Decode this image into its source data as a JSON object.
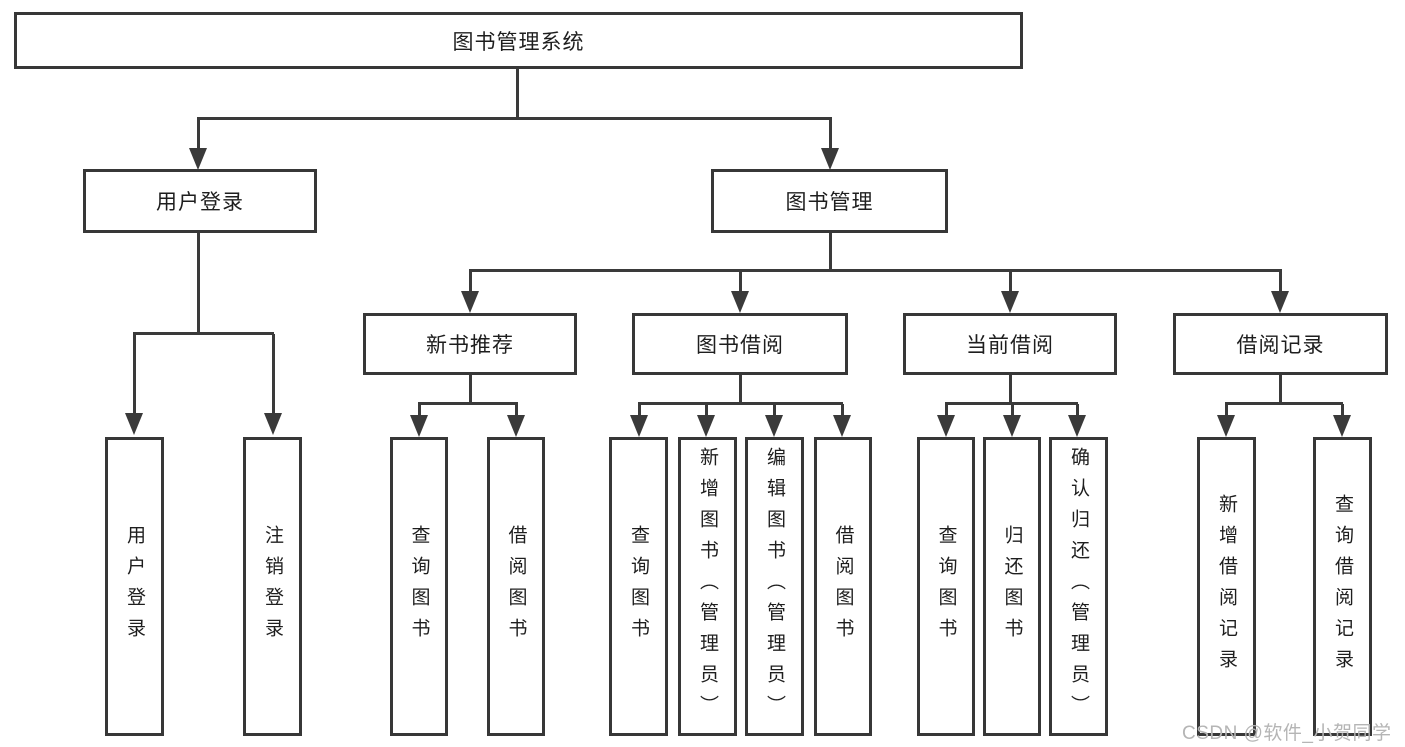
{
  "diagram": {
    "title": "图书管理系统",
    "root_label": "图书管理系统",
    "level2": {
      "user_login": "用户登录",
      "book_mgmt": "图书管理"
    },
    "user_login_children": {
      "login": "用户登录",
      "logout": "注销登录"
    },
    "book_mgmt_children": {
      "new_book_rec": "新书推荐",
      "book_borrow": "图书借阅",
      "current_borrow": "当前借阅",
      "borrow_record": "借阅记录"
    },
    "new_book_rec_children": {
      "query_book": "查询图书",
      "borrow_book": "借阅图书"
    },
    "book_borrow_children": {
      "query_book": "查询图书",
      "add_book": "新增图书（管理员）",
      "edit_book": "编辑图书（管理员）",
      "borrow_book": "借阅图书"
    },
    "current_borrow_children": {
      "query_book": "查询图书",
      "return_book": "归还图书",
      "confirm_return": "确认归还（管理员）"
    },
    "borrow_record_children": {
      "add_record": "新增借阅记录",
      "query_record": "查询借阅记录"
    }
  },
  "watermark": {
    "text": "CSDN @软件_小贺同学"
  },
  "colors": {
    "background": "#ffffff",
    "line": "#3a3a3a",
    "box_border": "#373737",
    "text": "#1e1e1e",
    "watermark": "#b5b5b5"
  }
}
